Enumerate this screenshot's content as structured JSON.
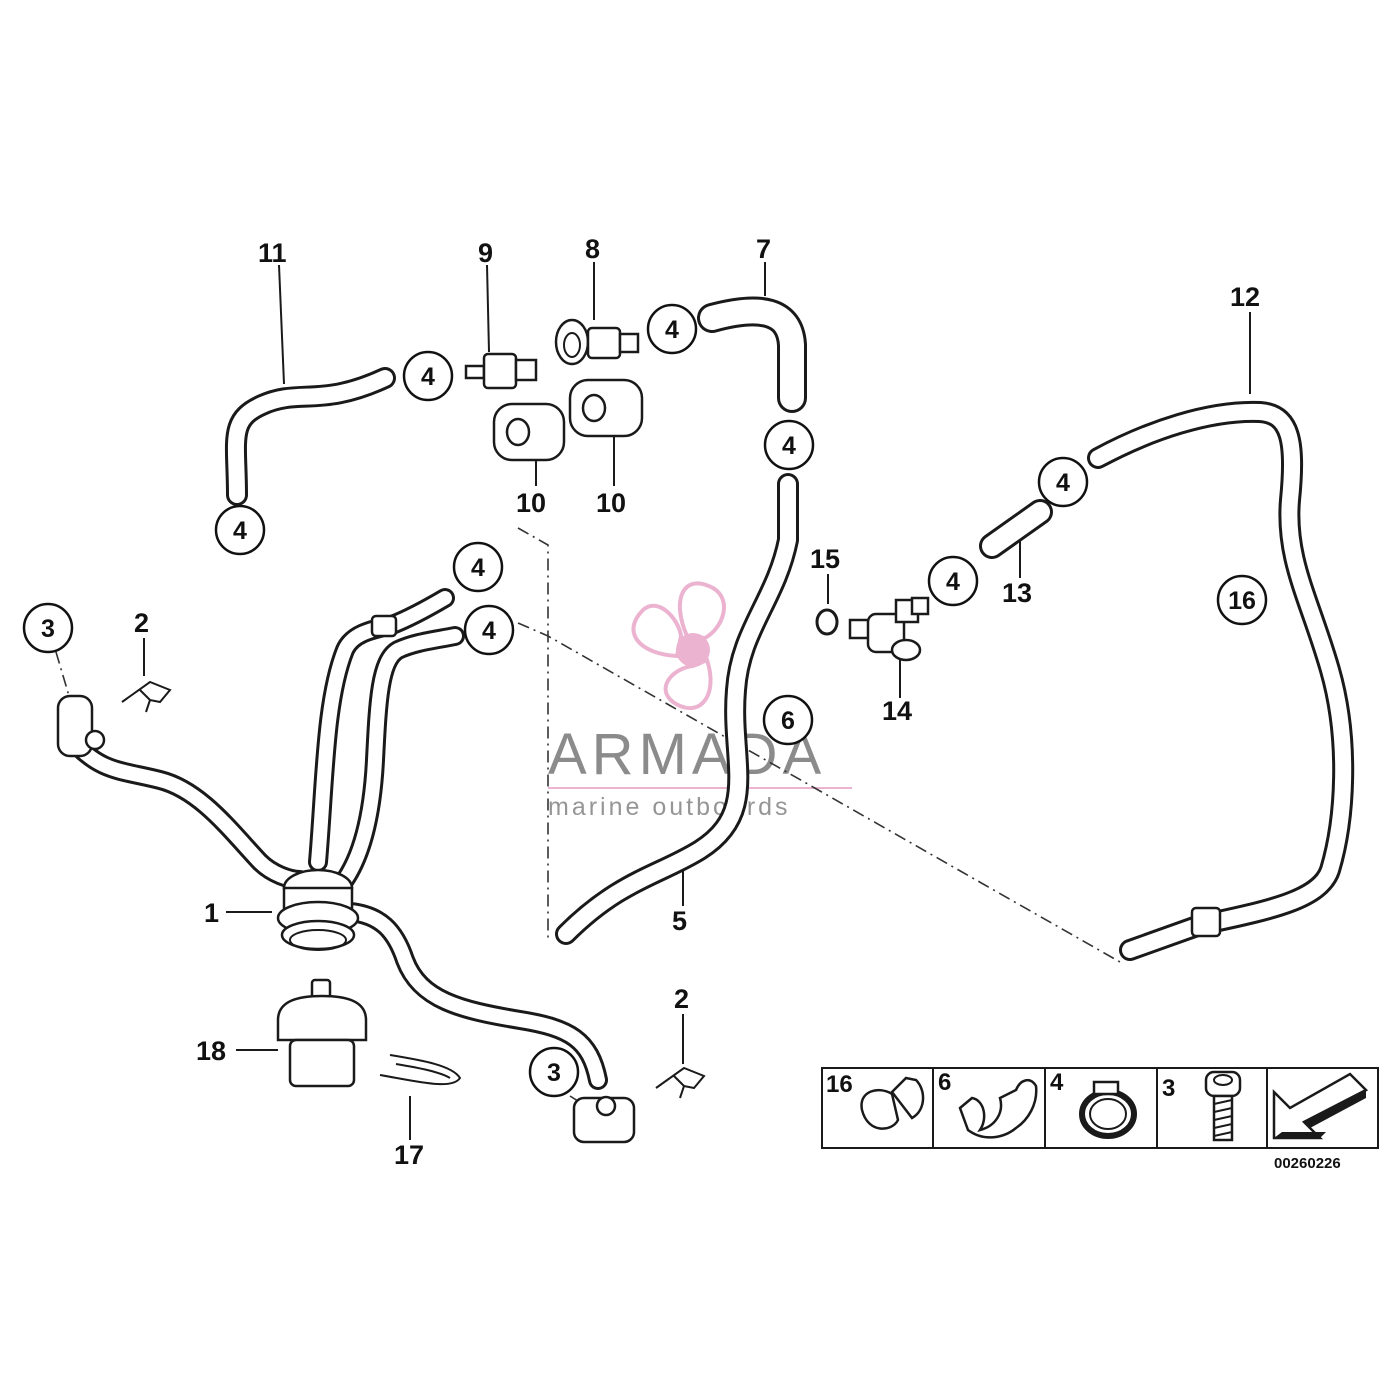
{
  "watermark": {
    "brand": "ARMADA",
    "tagline": "marine outboards",
    "logo_color": "#e8a6c8",
    "text_color": "#4a4a4a"
  },
  "diagram_code": "00260226",
  "callouts": {
    "c4_1": "4",
    "c4_2": "4",
    "c4_3": "4",
    "c4_4": "4",
    "c4_5": "4",
    "c4_6": "4",
    "c4_7": "4",
    "c4_8": "4",
    "c3_1": "3",
    "c3_2": "3",
    "c6": "6",
    "c16": "16"
  },
  "labels": {
    "l1": "1",
    "l2a": "2",
    "l2b": "2",
    "l5": "5",
    "l7": "7",
    "l8": "8",
    "l9": "9",
    "l10a": "10",
    "l10b": "10",
    "l11": "11",
    "l12": "12",
    "l13": "13",
    "l14": "14",
    "l15": "15",
    "l17": "17",
    "l18": "18"
  },
  "legend": {
    "cells": [
      {
        "number": "16",
        "icon": "hose-holder-clip-icon"
      },
      {
        "number": "6",
        "icon": "double-clip-icon"
      },
      {
        "number": "4",
        "icon": "hose-clamp-icon"
      },
      {
        "number": "3",
        "icon": "screw-icon"
      },
      {
        "number": "",
        "icon": "direction-arrow-icon"
      }
    ]
  }
}
